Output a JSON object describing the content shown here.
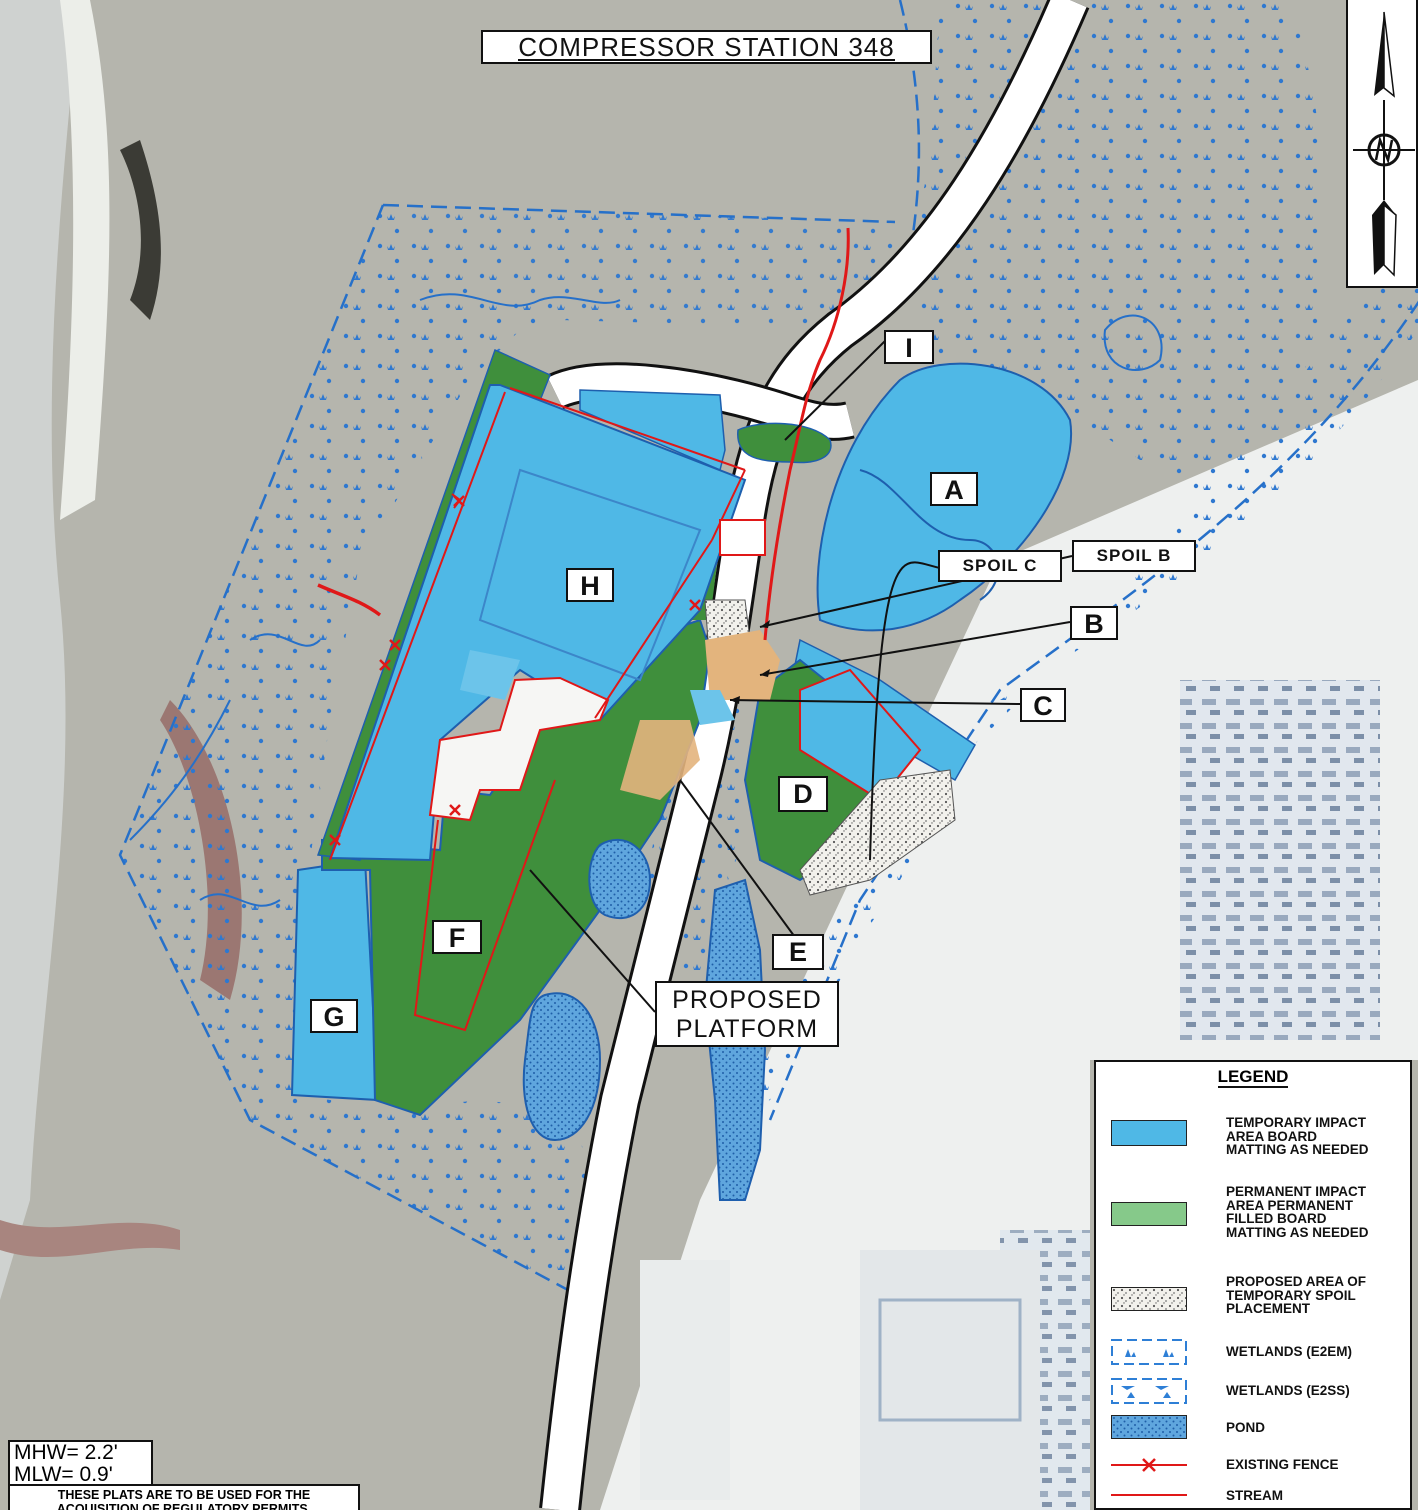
{
  "header_fragment": {
    "left": "",
    "right": ""
  },
  "title": "COMPRESSOR STATION 348",
  "labels": {
    "A": "A",
    "B": "B",
    "C": "C",
    "D": "D",
    "E": "E",
    "F": "F",
    "G": "G",
    "H": "H",
    "I": "I",
    "spoil_b": "SPOIL B",
    "spoil_c": "SPOIL C",
    "proposed_platform_1": "PROPOSED",
    "proposed_platform_2": "PLATFORM"
  },
  "legend": {
    "title": "LEGEND",
    "items": [
      {
        "key": "temporary",
        "text": "TEMPORARY IMPACT\nAREA BOARD\nMATTING AS NEEDED",
        "color": "#4fb8e6"
      },
      {
        "key": "permanent",
        "text": "PERMANENT IMPACT\nAREA PERMANENT\nFILLED BOARD\nMATTING AS NEEDED",
        "color": "#86c98a"
      },
      {
        "key": "spoil",
        "text": "PROPOSED AREA OF\nTEMPORARY SPOIL\nPLACEMENT",
        "color": "#e8e6df"
      },
      {
        "key": "e2em",
        "text": "WETLANDS (E2EM)",
        "color": "#2e7fd6"
      },
      {
        "key": "e2ss",
        "text": "WETLANDS (E2SS)",
        "color": "#2e7fd6"
      },
      {
        "key": "pond",
        "text": "POND",
        "color": "#7ab6e6"
      },
      {
        "key": "fence",
        "text": "EXISTING FENCE",
        "color": "#e01818"
      },
      {
        "key": "stream",
        "text": "STREAM",
        "color": "#e01818"
      }
    ]
  },
  "tide": {
    "mhw": "MHW=  2.2'",
    "mlw": "MLW=  0.9'"
  },
  "note": {
    "line1": "THESE PLATS ARE TO BE USED FOR THE",
    "line2": "ACQUISITION OF REGULATORY PERMITS."
  },
  "colors": {
    "temporary": "#4fb8e6",
    "permanent": "#3f8f3c",
    "wetland_line": "#2670c9",
    "fence": "#e01818",
    "spoil_tan": "#e3b47d"
  }
}
